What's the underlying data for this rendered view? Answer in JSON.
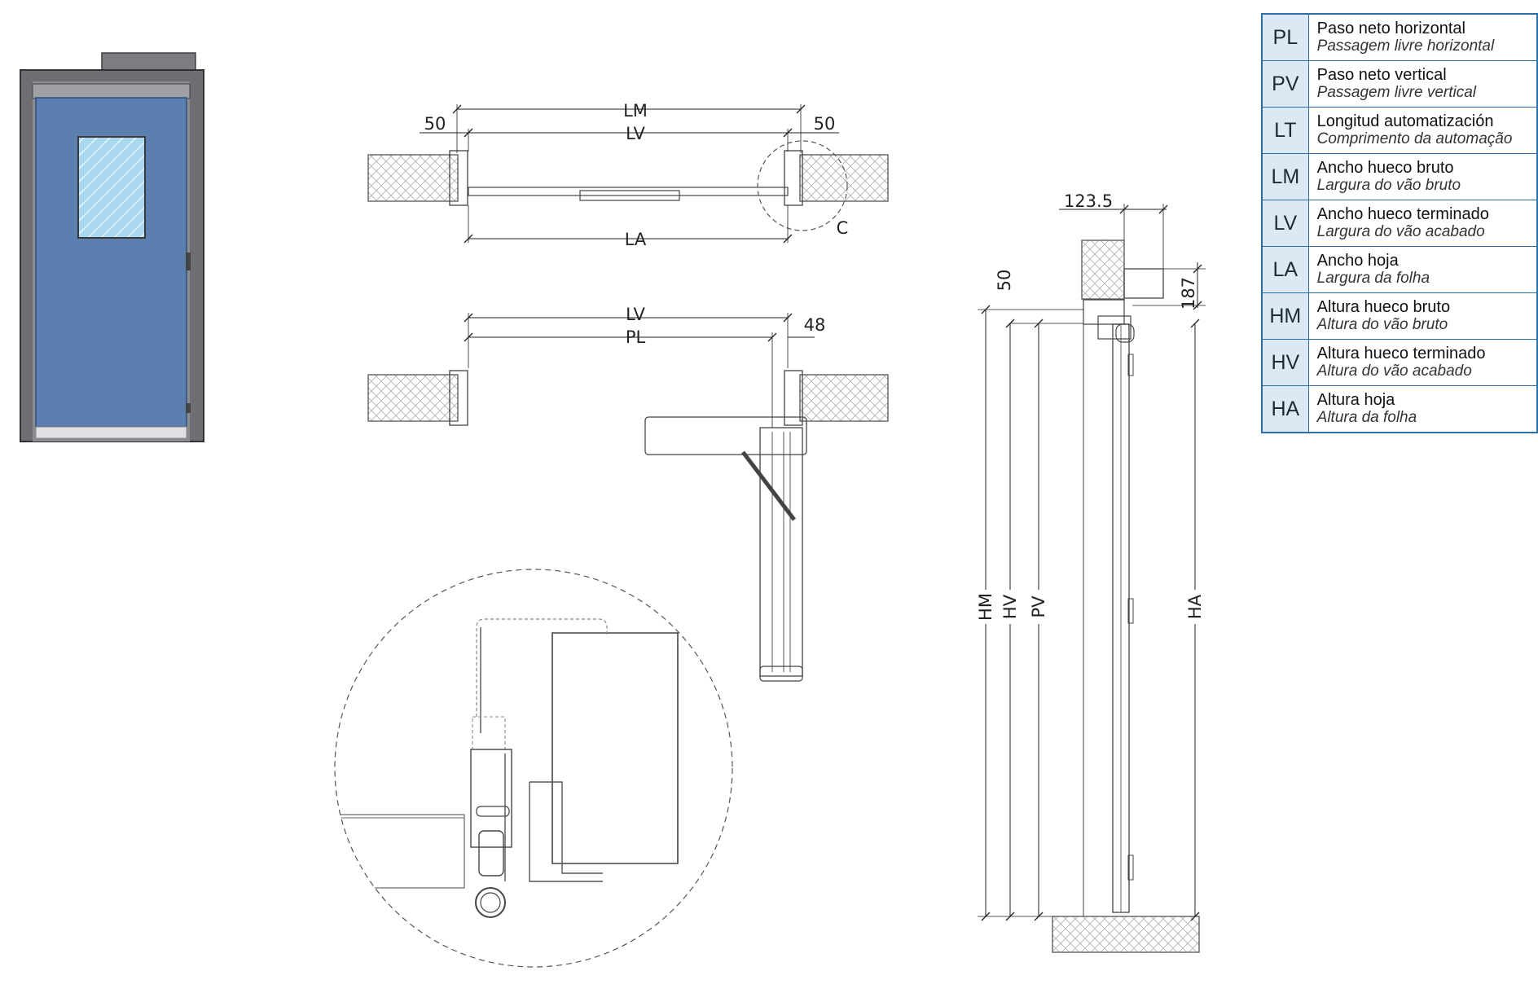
{
  "legend": [
    {
      "code": "PL",
      "es": "Paso neto horizontal",
      "pt": "Passagem livre horizontal"
    },
    {
      "code": "PV",
      "es": "Paso neto vertical",
      "pt": "Passagem livre vertical"
    },
    {
      "code": "LT",
      "es": "Longitud automatización",
      "pt": "Comprimento da automação"
    },
    {
      "code": "LM",
      "es": "Ancho hueco bruto",
      "pt": "Largura do vão bruto"
    },
    {
      "code": "LV",
      "es": "Ancho hueco terminado",
      "pt": "Largura do vão acabado"
    },
    {
      "code": "LA",
      "es": "Ancho hoja",
      "pt": "Largura da folha"
    },
    {
      "code": "HM",
      "es": "Altura hueco bruto",
      "pt": "Altura do vão bruto"
    },
    {
      "code": "HV",
      "es": "Altura hueco terminado",
      "pt": "Altura do vão acabado"
    },
    {
      "code": "HA",
      "es": "Altura hoja",
      "pt": "Altura da folha"
    }
  ],
  "plan_top": {
    "lm": "LM",
    "lv": "LV",
    "la": "LA",
    "left_offset": "50",
    "right_offset": "50",
    "detail_ref": "C"
  },
  "plan_open": {
    "lv": "LV",
    "pl": "PL",
    "offset": "48"
  },
  "section": {
    "top_offset": "123.5",
    "header_height": "187",
    "lintel_offset": "50",
    "hm": "HM",
    "hv": "HV",
    "pv": "PV",
    "ha": "HA"
  },
  "colors": {
    "door_blue": "#5b7fae",
    "frame_grey": "#6d6f72",
    "legend_border": "#2d6fa8",
    "legend_fill": "#dce9f5"
  }
}
